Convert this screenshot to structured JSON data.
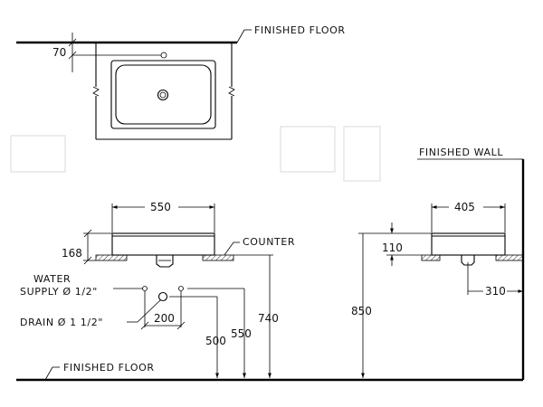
{
  "labels": {
    "finished_floor_top": "FINISHED FLOOR",
    "finished_wall": "FINISHED WALL",
    "counter": "COUNTER",
    "water_supply_line1": "WATER",
    "water_supply_line2": "SUPPLY Ø 1/2\"",
    "drain": "DRAIN Ø 1 1/2\"",
    "finished_floor_bottom": "FINISHED FLOOR"
  },
  "dimensions": {
    "top_offset": "70",
    "basin_width": "550",
    "basin_height": "168",
    "drain_spacing": "200",
    "drain_height": "500",
    "supply_height": "550",
    "counter_height": "740",
    "side_depth": "405",
    "side_basin_height": "110",
    "counter_total_height": "850",
    "wall_offset": "310"
  }
}
